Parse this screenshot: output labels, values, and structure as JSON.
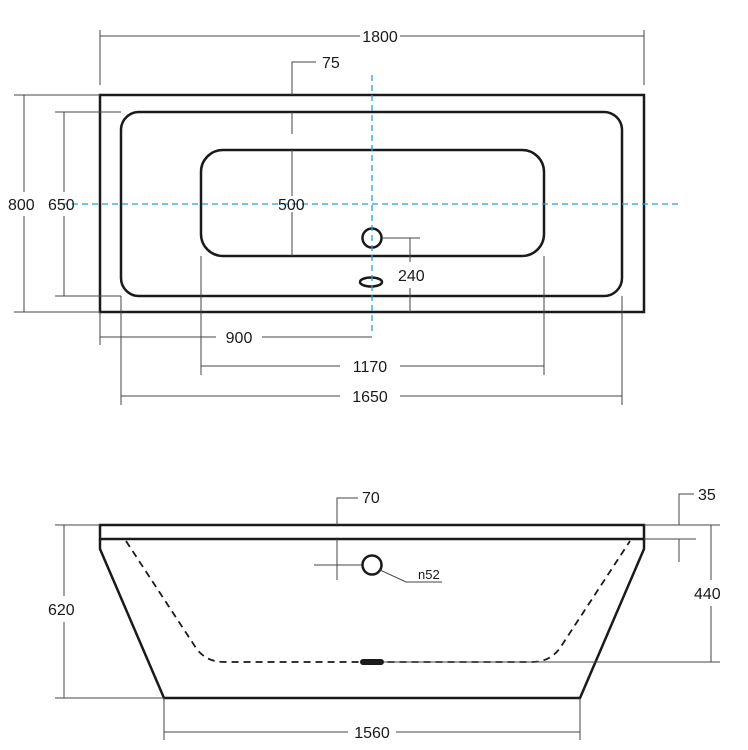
{
  "top_view": {
    "dims": {
      "overall_length": "1800",
      "rim_width": "75",
      "overall_width": "800",
      "inner_width": "650",
      "bottom_width": "500",
      "drain_offset": "240",
      "drain_position": "900",
      "bottom_length": "1170",
      "inner_length": "1650"
    }
  },
  "side_view": {
    "dims": {
      "rim_thickness": "70",
      "overflow_offset": "35",
      "height": "620",
      "inner_depth": "440",
      "base_length": "1560"
    },
    "overflow_label": "n52"
  },
  "colors": {
    "outline": "#1a1a1a",
    "dimension_line": "#444444",
    "centerline": "#2a9fd6"
  }
}
